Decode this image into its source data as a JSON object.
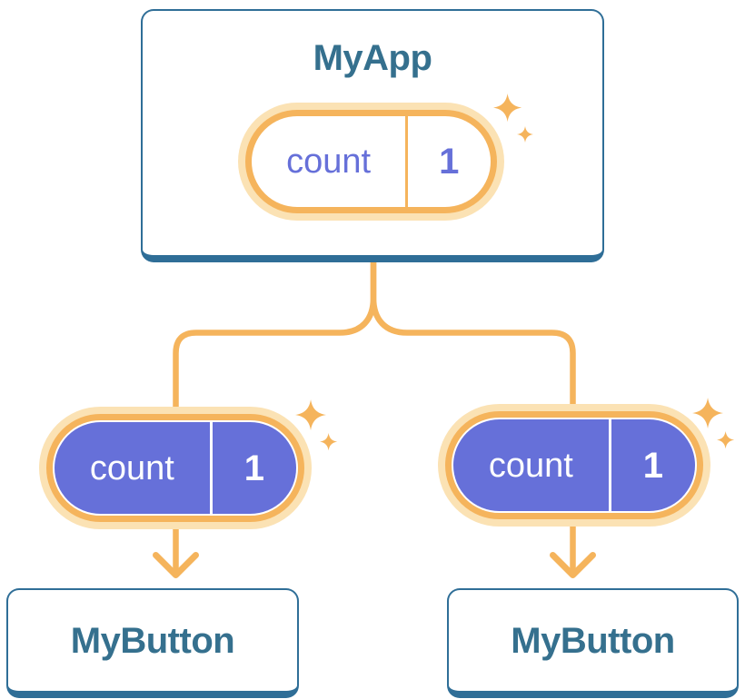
{
  "diagram": {
    "type": "react-component-tree",
    "root": {
      "title": "MyApp",
      "state": {
        "name": "count",
        "value": "1"
      }
    },
    "props": [
      {
        "name": "count",
        "value": "1"
      },
      {
        "name": "count",
        "value": "1"
      }
    ],
    "children": [
      {
        "title": "MyButton"
      },
      {
        "title": "MyButton"
      }
    ]
  },
  "colors": {
    "accent_orange": "#F5B45C",
    "halo_orange": "#FBE2B4",
    "pill_purple": "#6670D9",
    "card_border_blue": "#2F6E97",
    "title_blue": "#35708E",
    "card_background": "#FFFFFF"
  },
  "icons": {
    "sparkle": "sparkle-icon",
    "arrow_down": "arrow-down-icon"
  }
}
